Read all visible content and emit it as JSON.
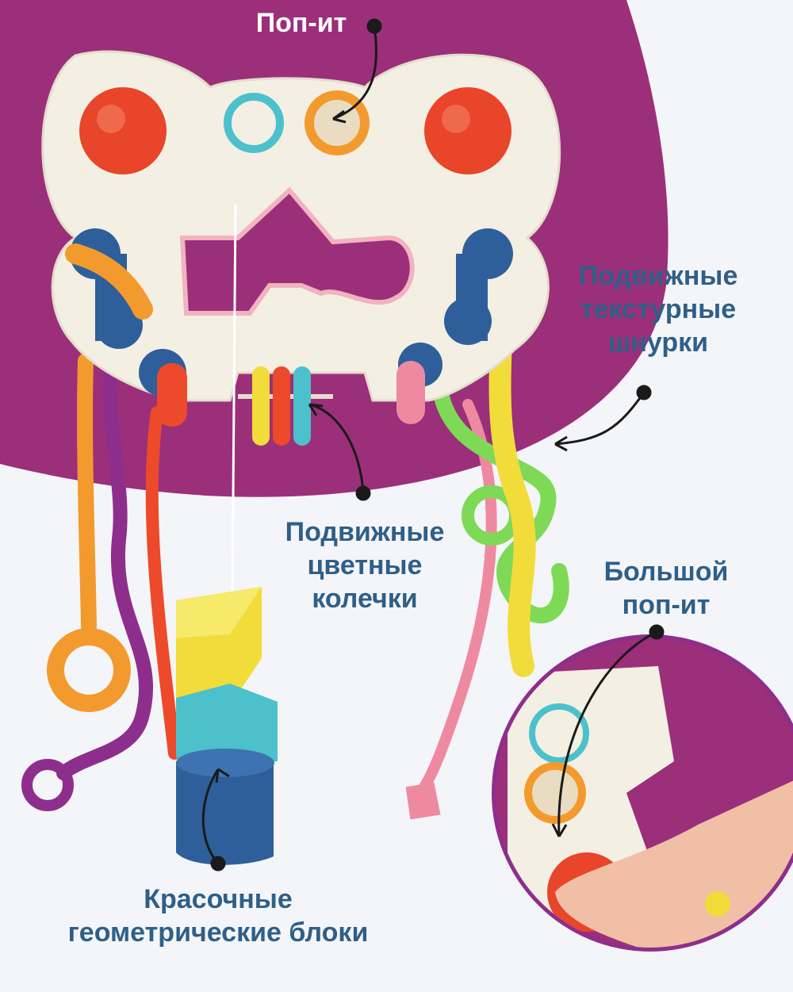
{
  "colors": {
    "background": "#f4f5f8",
    "purple": "#9b2f7a",
    "label_text": "#2f5f88",
    "pointer": "#1a1a1a",
    "board": "#f4efe3",
    "red_pop": "#e8452a",
    "teal": "#4cc1cc",
    "orange": "#f39a2e",
    "blue": "#2e5f9a",
    "yellow": "#f2dc3a",
    "green": "#7ed957",
    "pink": "#ee8aa0",
    "violet": "#8e2e8c"
  },
  "labels": {
    "pop_it": "Поп-ит",
    "laces": [
      "Подвижные",
      "текстурные",
      "шнурки"
    ],
    "rings": [
      "Подвижные",
      "цветные",
      "колечки"
    ],
    "big_pop": [
      "Большой",
      "поп-ит"
    ],
    "blocks": [
      "Красочные",
      "геометрические блоки"
    ]
  }
}
